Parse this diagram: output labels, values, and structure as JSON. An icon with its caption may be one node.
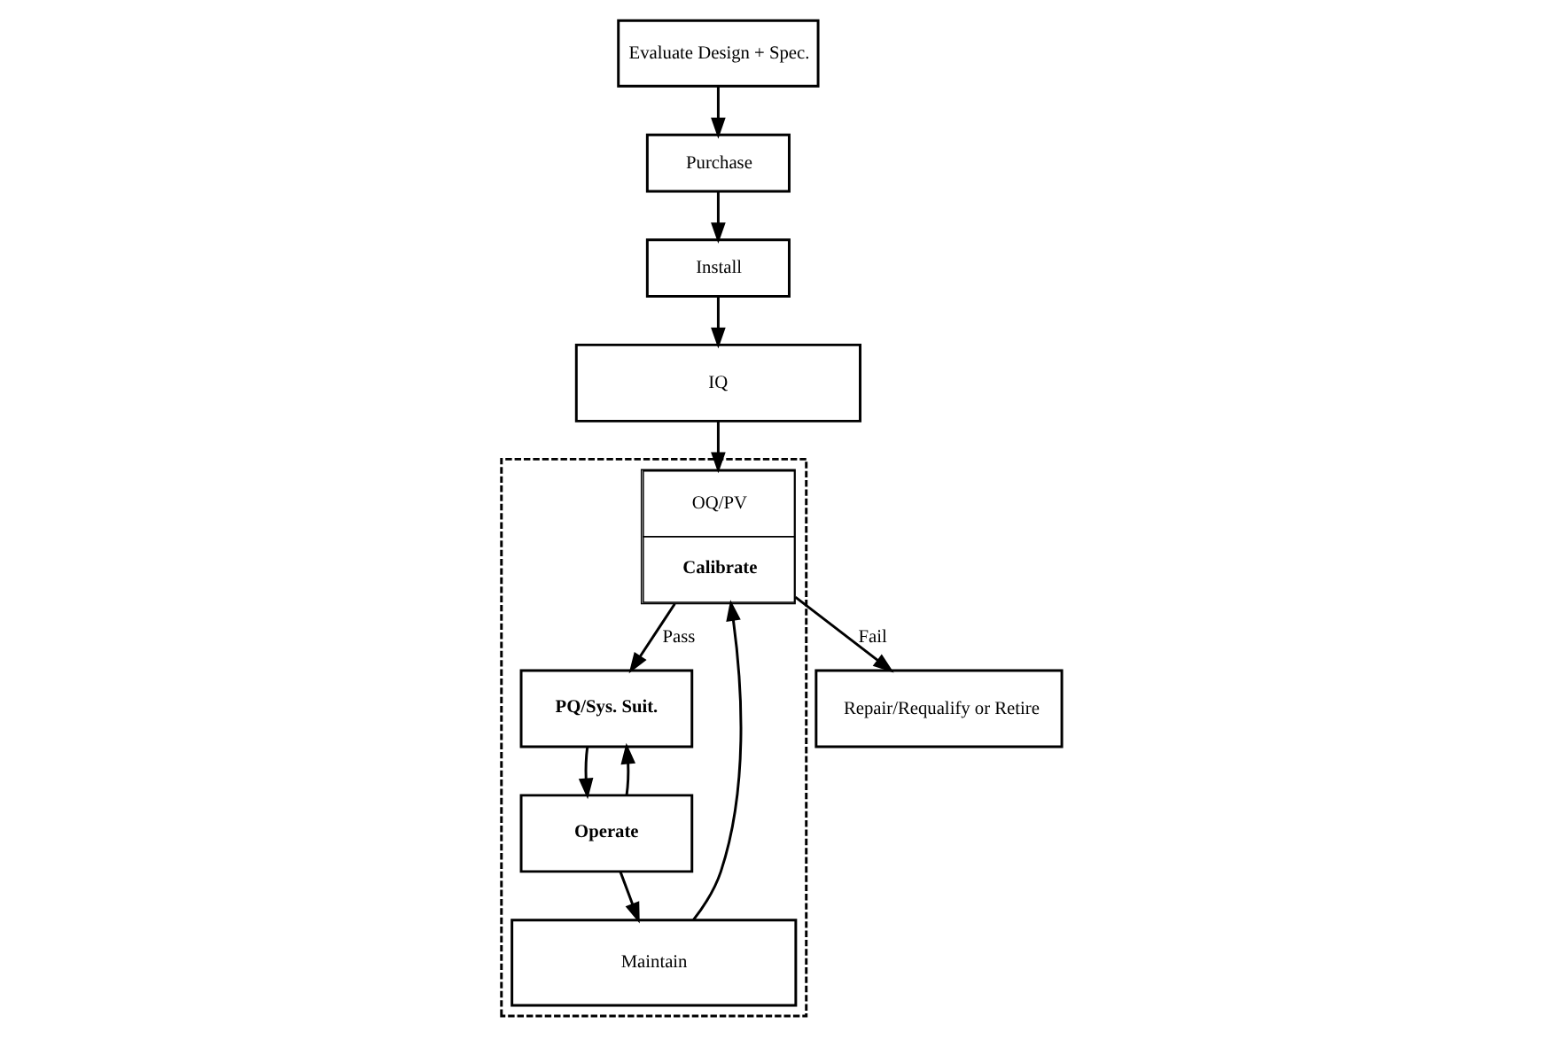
{
  "diagram": {
    "nodes": [
      {
        "text": [],
        "shape": "box"
      },
      {
        "text": [
          "Evaluate Design + Spec."
        ]
      },
      {
        "text": [
          "Purchase"
        ]
      },
      {
        "text": [
          "Install"
        ]
      },
      {
        "text": [
          "IQ"
        ]
      },
      {
        "text": [
          "OQ/PV",
          "Calibrate"
        ],
        "in": 0
      },
      {
        "text": [
          "PQ/Sys. Suit."
        ],
        "in": 0
      },
      {
        "text": [
          "Operate"
        ],
        "in": 0
      },
      {
        "text": [
          "Maintain"
        ],
        "in": 0
      },
      {
        "text": [
          "Repair/Requalify or Retire"
        ]
      }
    ],
    "edges": [
      {
        "from": 1,
        "to": 2,
        "arrow": "to"
      },
      {
        "from": 2,
        "to": 3,
        "arrow": "to"
      },
      {
        "from": 3,
        "to": 4,
        "arrow": "to"
      },
      {
        "from": 4,
        "to": 5,
        "arrow": "to"
      },
      {
        "from": 5,
        "to": 6,
        "arrow": "to",
        "label": "Pass"
      },
      {
        "from": 6,
        "to": 7,
        "arrow": "to"
      },
      {
        "from": 7,
        "to": 6,
        "arrow": "to"
      },
      {
        "from": 7,
        "to": 8,
        "arrow": "to"
      },
      {
        "from": 8,
        "to": 5,
        "arrow": "to"
      },
      {
        "from": 5,
        "to": 9,
        "arrow": "to",
        "label": "Fail"
      }
    ]
  }
}
